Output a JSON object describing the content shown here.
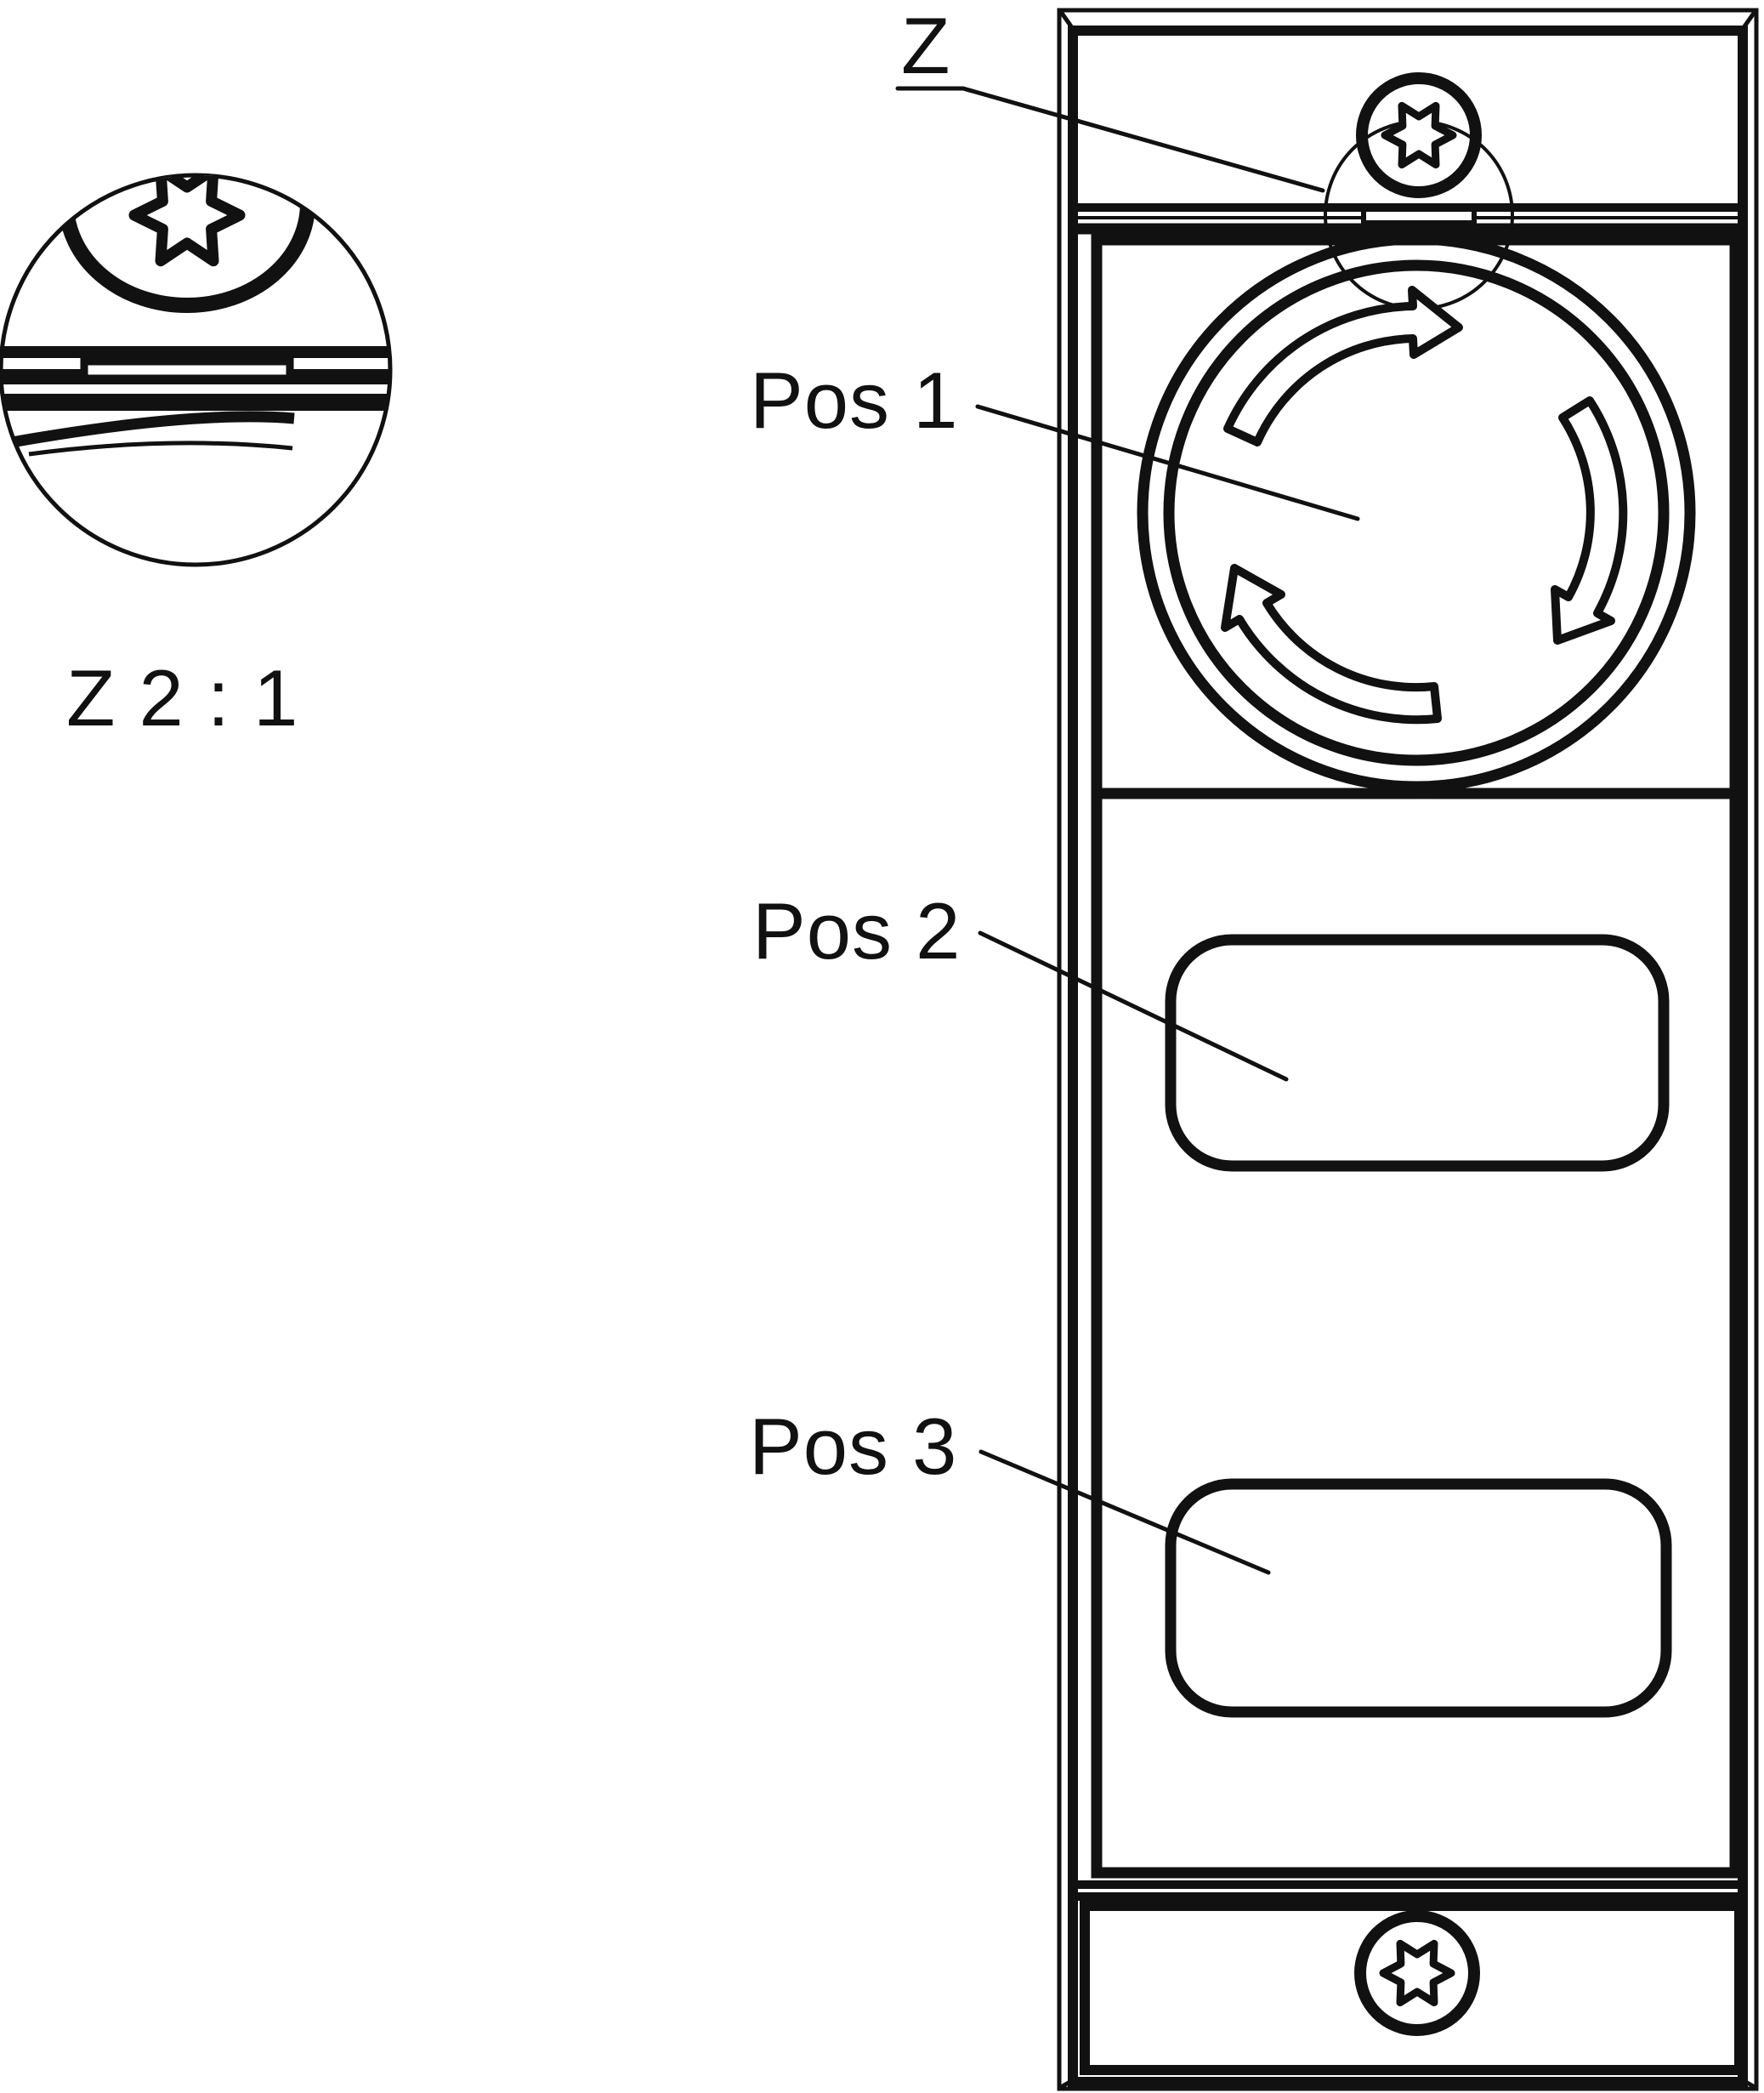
{
  "drawing": {
    "title": "panel-front-view-technical-drawing",
    "detail_view": {
      "label": "Z 2 : 1",
      "description_icon": "torx-screw-detail"
    },
    "callouts": {
      "z": "Z",
      "pos1": "Pos 1",
      "pos2": "Pos 2",
      "pos3": "Pos 3"
    }
  },
  "colors": {
    "line": "#111111",
    "background": "#ffffff"
  }
}
